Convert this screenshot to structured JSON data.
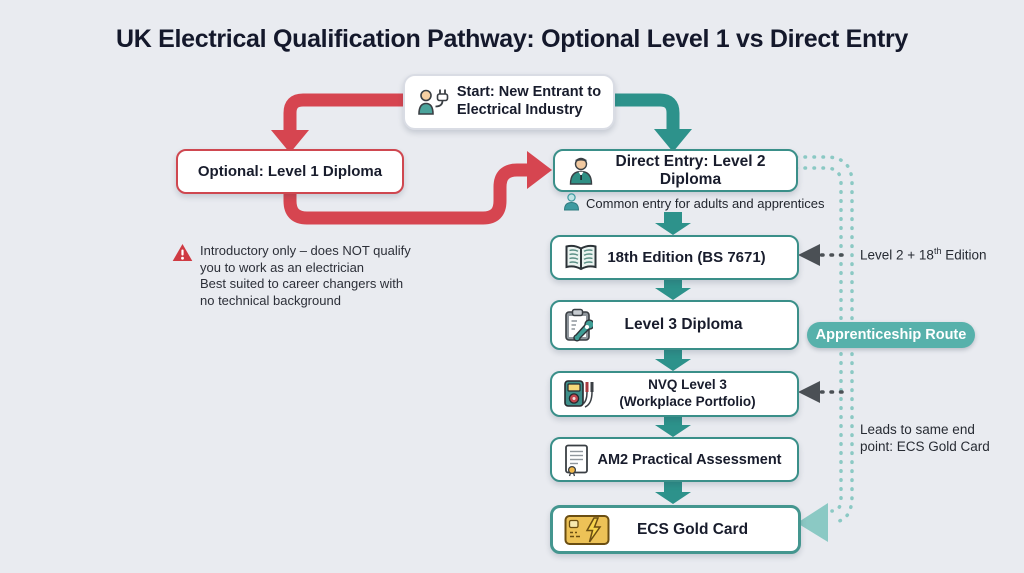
{
  "title": "UK Electrical Qualification Pathway: Optional Level 1 vs Direct Entry",
  "colors": {
    "background": "#e9ebf0",
    "red_route": "#d64550",
    "teal_route": "#2d928b",
    "teal_border": "#3a8f89",
    "dotted_route": "#8bc9c4",
    "badge_bg": "#57b1ab",
    "dashed_arrow": "#4b5055",
    "text_dark": "#14182b"
  },
  "nodes": {
    "start": {
      "label": "Start: New Entrant to\nElectrical Industry",
      "icon": "person-plug-icon"
    },
    "level1": {
      "label": "Optional: Level 1 Diploma"
    },
    "direct_entry": {
      "label": "Direct Entry: Level 2 Diploma",
      "icon": "person-suit-icon"
    },
    "edition_18": {
      "label": "18th Edition (BS 7671)",
      "icon": "open-book-icon"
    },
    "level3": {
      "label": "Level 3 Diploma",
      "icon": "clipboard-wrench-icon"
    },
    "nvq": {
      "label": "NVQ Level 3\n(Workplace Portfolio)",
      "icon": "multimeter-icon"
    },
    "am2": {
      "label": "AM2 Practical Assessment",
      "icon": "certificate-icon"
    },
    "ecs": {
      "label": "ECS Gold Card",
      "icon": "gold-card-icon"
    }
  },
  "annotations": {
    "common_entry": {
      "text": "Common entry for adults and apprentices",
      "icon": "person-icon"
    },
    "warning": {
      "icon": "warning-triangle-icon",
      "text": "Introductory only – does NOT qualify\nyou to work as an electrician\nBest suited to career changers with\nno technical background"
    },
    "level2_edition": {
      "prefix": "Level 2 + 18",
      "superscript": "th",
      "suffix": " Edition"
    },
    "apprenticeship_badge": "Apprenticeship Route",
    "leads_to": "Leads to same end\npoint: ECS Gold Card"
  }
}
